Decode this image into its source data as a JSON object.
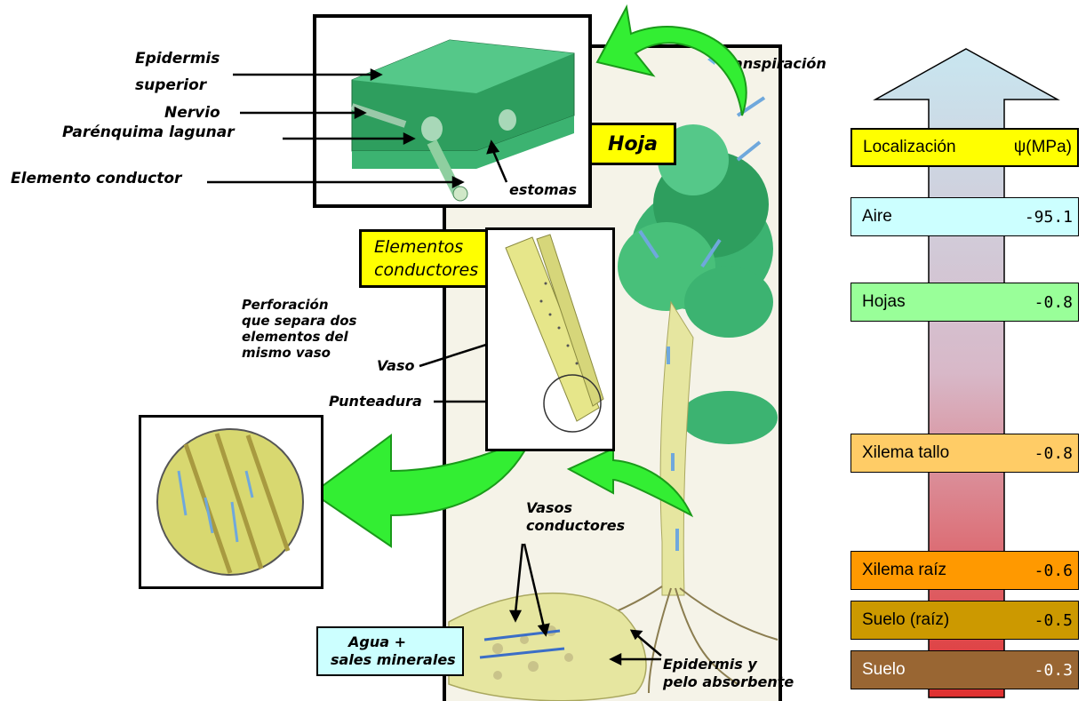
{
  "leaf_panel": {
    "labels": [
      "Epidermis",
      "superior",
      "Nervio",
      "Parénquima lagunar",
      "Elemento conductor",
      "estomas"
    ],
    "title": "Hoja"
  },
  "top_label": "Transpiración",
  "conductors_panel": {
    "title_line1": "Elementos",
    "title_line2": "conductores",
    "perforation_lines": [
      "Perforación",
      "que separa dos",
      "elementos del",
      "mismo vaso"
    ],
    "vaso": "Vaso",
    "punteadura": "Punteadura"
  },
  "root_panel": {
    "vasos_line1": "Vasos",
    "vasos_line2": "conductores",
    "agua_line1": "Agua +",
    "agua_line2": "sales minerales",
    "epidermis_line1": "Epidermis y",
    "epidermis_line2": "pelo absorbente"
  },
  "potential_scale": {
    "header_label": "Localización",
    "header_unit": "ψ(MPa)",
    "rows": [
      {
        "label": "Aire",
        "value": "-95.1",
        "color": "#ccffff"
      },
      {
        "label": "Hojas",
        "value": "-0.8",
        "color": "#99ff99"
      },
      {
        "label": "Xilema tallo",
        "value": "-0.8",
        "color": "#ffcc66"
      },
      {
        "label": "Xilema raíz",
        "value": "-0.6",
        "color": "#ff9900"
      },
      {
        "label": "Suelo (raíz)",
        "value": "-0.5",
        "color": "#cc9900"
      },
      {
        "label": "Suelo",
        "value": "-0.3",
        "color": "#996633"
      }
    ],
    "header_color": "#ffff00",
    "gradient_top_color": "#c8e6f0",
    "gradient_bottom_color": "#e03030"
  },
  "colors": {
    "arrow_green": "#33ee33",
    "leaf_green": "#3cb371",
    "xylem_yellow": "#e6e68a",
    "water_blue": "#6fa8dc"
  }
}
